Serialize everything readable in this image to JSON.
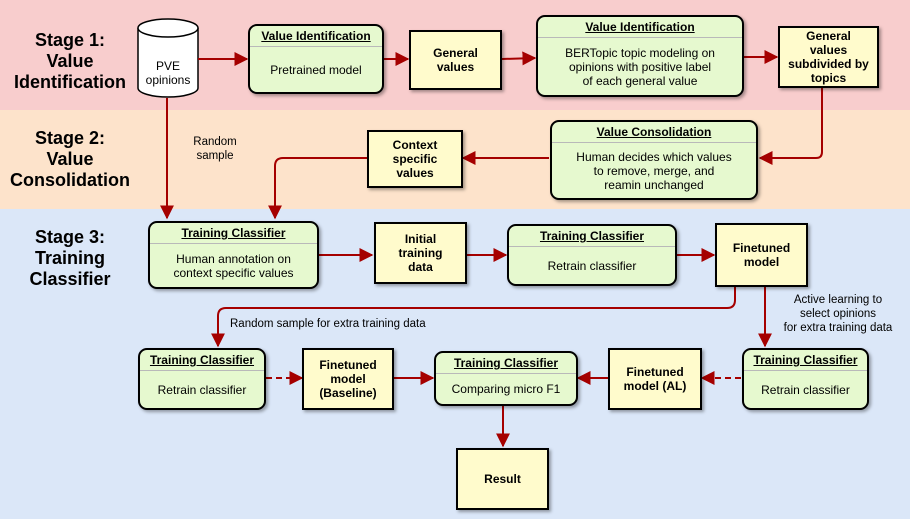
{
  "colors": {
    "stage1_bg": "#f8cdcd",
    "stage2_bg": "#fde3cb",
    "stage3_bg": "#dbe7f8",
    "arrow": "#a50000",
    "green_box": "#e6f9cf",
    "yellow_box": "#fffbcc"
  },
  "stages": {
    "s1": [
      "Stage 1:",
      "Value",
      "Identification"
    ],
    "s2": [
      "Stage 2:",
      "Value",
      "Consolidation"
    ],
    "s3": [
      "Stage 3:",
      "Training",
      "Classifier"
    ]
  },
  "source": {
    "label": [
      "PVE",
      "opinions"
    ]
  },
  "nodes": {
    "vi1": {
      "title": "Value Identification",
      "body": "Pretrained model"
    },
    "gv": {
      "text": [
        "General",
        "values"
      ]
    },
    "vi2": {
      "title": "Value Identification",
      "body": [
        "BERTopic topic modeling on",
        "opinions with positive label",
        "of each general value"
      ]
    },
    "gvs": {
      "text": [
        "General",
        "values",
        "subdivided by",
        "topics"
      ]
    },
    "vc": {
      "title": "Value Consolidation",
      "body": [
        "Human decides which values",
        "to remove, merge, and",
        "reamin unchanged"
      ]
    },
    "csv": {
      "text": [
        "Context",
        "specific",
        "values"
      ]
    },
    "tc1": {
      "title": "Training Classifier",
      "body": [
        "Human annotation on",
        "context specific values"
      ]
    },
    "itd": {
      "text": [
        "Initial",
        "training",
        "data"
      ]
    },
    "tc2": {
      "title": "Training Classifier",
      "body": "Retrain classifier"
    },
    "fm": {
      "text": [
        "Finetuned",
        "model"
      ]
    },
    "tc3": {
      "title": "Training Classifier",
      "body": "Retrain classifier"
    },
    "fmb": {
      "text": [
        "Finetuned",
        "model",
        "(Baseline)"
      ]
    },
    "tc4": {
      "title": "Training Classifier",
      "body": "Comparing micro F1"
    },
    "fmal": {
      "text": [
        "Finetuned",
        "model (AL)"
      ]
    },
    "tc5": {
      "title": "Training Classifier",
      "body": "Retrain classifier"
    },
    "res": {
      "text": "Result"
    }
  },
  "notes": {
    "random": [
      "Random",
      "sample"
    ],
    "random_extra": "Random sample for extra training data",
    "active": [
      "Active learning to",
      "select opinions",
      "for extra training data"
    ]
  }
}
